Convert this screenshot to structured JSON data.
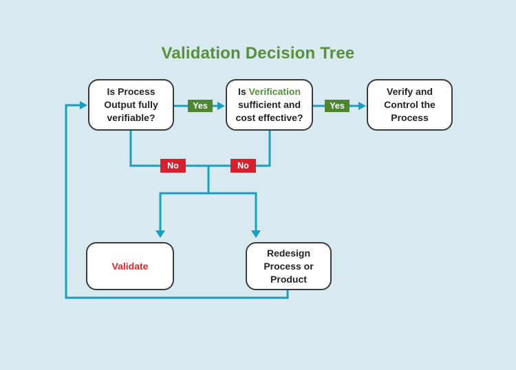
{
  "title": "Validation Decision Tree",
  "colors": {
    "background": "#d8e9f0",
    "connector": "#189fc0",
    "yes_badge_green": "#4e862f",
    "green_text": "#55913a",
    "no_red": "#d8202c",
    "validate_red": "#e1232a",
    "box_border": "#3a3a3a",
    "box_fill": "#ffffff",
    "text_dark": "#232323"
  },
  "nodes": {
    "q_process_output": {
      "label": "Is Process Output fully verifiable?"
    },
    "q_verification": {
      "prefix": "Is",
      "highlight": "Verification",
      "suffix": "sufficient and cost effective?"
    },
    "verify_control": {
      "label": "Verify and Control the Process"
    },
    "validate": {
      "label": "Validate"
    },
    "redesign": {
      "label": "Redesign Process or Product"
    }
  },
  "edges": {
    "yes1": "Yes",
    "yes2": "Yes",
    "no1": "No",
    "no2": "No"
  }
}
